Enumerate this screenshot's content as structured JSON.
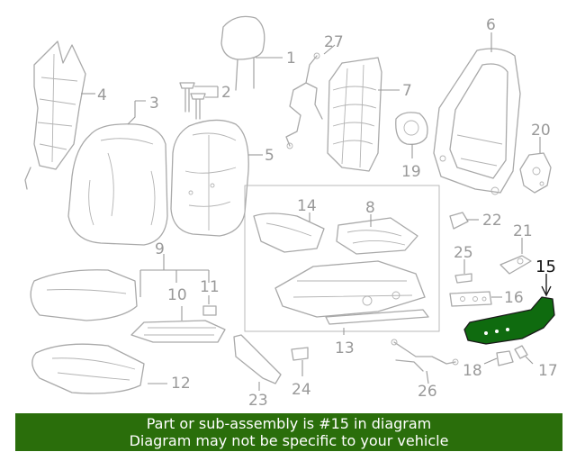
{
  "colors": {
    "highlight": "#0f6b0f",
    "banner": "#2a6e0b",
    "line": "#a9a9a9"
  },
  "callouts": [
    {
      "id": "1",
      "label": "1"
    },
    {
      "id": "2",
      "label": "2"
    },
    {
      "id": "3",
      "label": "3"
    },
    {
      "id": "4",
      "label": "4"
    },
    {
      "id": "5",
      "label": "5"
    },
    {
      "id": "6",
      "label": "6"
    },
    {
      "id": "7",
      "label": "7"
    },
    {
      "id": "8",
      "label": "8"
    },
    {
      "id": "9",
      "label": "9"
    },
    {
      "id": "10",
      "label": "10"
    },
    {
      "id": "11",
      "label": "11"
    },
    {
      "id": "12",
      "label": "12"
    },
    {
      "id": "13",
      "label": "13"
    },
    {
      "id": "14",
      "label": "14"
    },
    {
      "id": "15",
      "label": "15"
    },
    {
      "id": "16",
      "label": "16"
    },
    {
      "id": "17",
      "label": "17"
    },
    {
      "id": "18",
      "label": "18"
    },
    {
      "id": "19",
      "label": "19"
    },
    {
      "id": "20",
      "label": "20"
    },
    {
      "id": "21",
      "label": "21"
    },
    {
      "id": "22",
      "label": "22"
    },
    {
      "id": "23",
      "label": "23"
    },
    {
      "id": "24",
      "label": "24"
    },
    {
      "id": "25",
      "label": "25"
    },
    {
      "id": "26",
      "label": "26"
    },
    {
      "id": "27",
      "label": "27"
    }
  ],
  "banner": {
    "line1": "Part or sub-assembly is #15 in diagram",
    "line2": "Diagram may not be specific to your vehicle"
  }
}
